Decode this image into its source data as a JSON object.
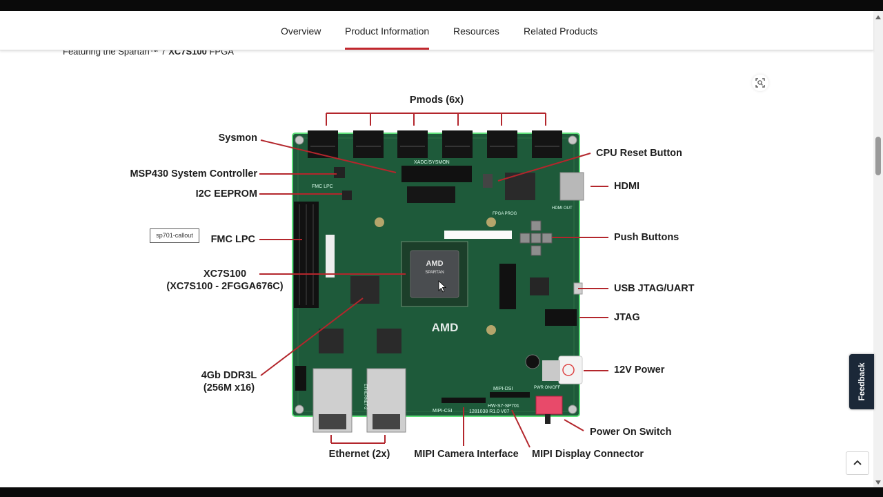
{
  "nav": {
    "tabs": [
      {
        "label": "Overview"
      },
      {
        "label": "Product Information"
      },
      {
        "label": "Resources"
      },
      {
        "label": "Related Products"
      }
    ],
    "active_tab": "Product Information"
  },
  "caption": {
    "prefix": "Featuring the Spartan™ 7 ",
    "part": "XC7S100",
    "suffix": " FPGA"
  },
  "tooltip": "sp701-callout",
  "callouts": {
    "pmods": "Pmods (6x)",
    "sysmon": "Sysmon",
    "msp430": "MSP430 System Controller",
    "i2c": "I2C EEPROM",
    "fmc": "FMC LPC",
    "fpga_line1": "XC7S100",
    "fpga_line2": "(XC7S100 - 2FGGA676C)",
    "ddr_line1": "4Gb DDR3L",
    "ddr_line2": "(256M x16)",
    "cpu_reset": "CPU Reset Button",
    "hdmi": "HDMI",
    "push_buttons": "Push Buttons",
    "usb_jtag": "USB JTAG/UART",
    "jtag": "JTAG",
    "power_12v": "12V Power",
    "power_switch": "Power On Switch",
    "ethernet": "Ethernet (2x)",
    "mipi_camera": "MIPI Camera Interface",
    "mipi_display": "MIPI Display Connector"
  },
  "board": {
    "chip_brand": "AMD",
    "chip_family": "SPARTAN",
    "board_brand": "AMD",
    "silk_xadc": "XADC/SYSMON",
    "silk_fmc": "FMC LPC",
    "silk_hdmi": "HDMI OUT",
    "silk_mipi_csi": "MIPI-CSI",
    "silk_mipi_dsi": "MIPI-DSI",
    "silk_board_id": "HW-S7-SP701",
    "silk_serial": "1281038 R1.0 V07",
    "silk_pwr": "PWR ON/OFF",
    "silk_eth2": "ETHERNET-2",
    "silk_fpga_prog": "FPGA PROG"
  },
  "widgets": {
    "feedback": "Feedback"
  },
  "colors": {
    "accent": "#c1272d",
    "pcb": "#1e5a3a",
    "feedback_bg": "#1b2838"
  },
  "icons": [
    "zoom-icon",
    "chevron-up-icon",
    "mouse-cursor-icon"
  ]
}
